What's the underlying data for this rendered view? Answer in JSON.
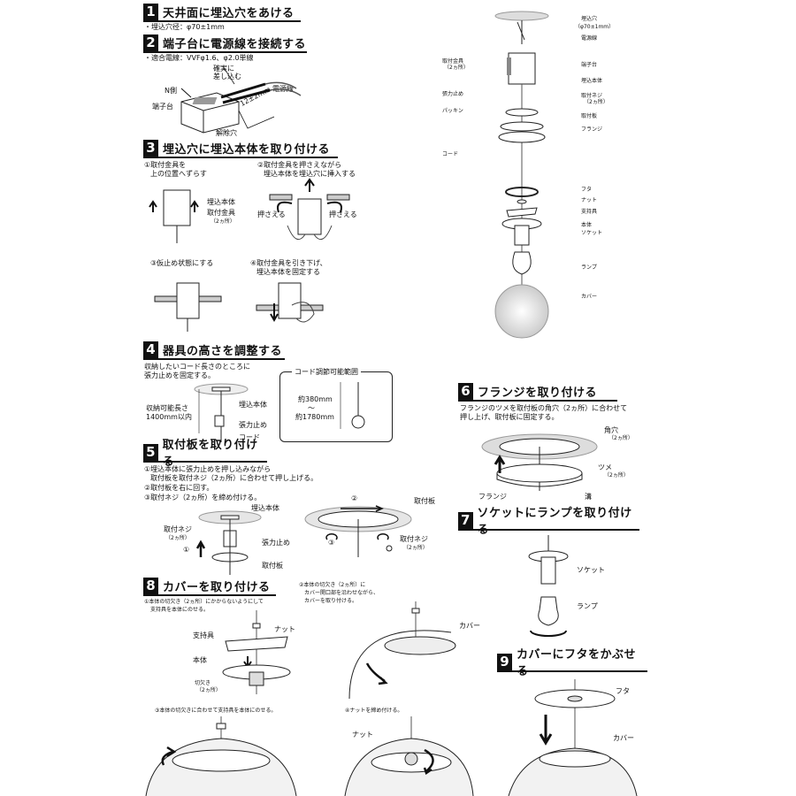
{
  "s1": {
    "num": "1",
    "title": "天井面に埋込穴をあける",
    "note": "・埋込穴径：φ70±1mm"
  },
  "s2": {
    "num": "2",
    "title": "端子台に電源線を接続する",
    "note": "・適合電線：VVFφ1.6、φ2.0単線",
    "label_insert": "確実に",
    "label_insert2": "差し込む",
    "label_n": "N側",
    "label_wire": "電源線",
    "label_terminal": "端子台",
    "label_release": "解除穴",
    "label_len": "12±2mm"
  },
  "s3": {
    "num": "3",
    "title": "埋込穴に埋込本体を取り付ける",
    "step1a": "①取付金具を",
    "step1b": "上の位置へずらす",
    "step2a": "②取付金具を押さえながら",
    "step2b": "埋込本体を埋込穴に挿入する",
    "label_body": "埋込本体",
    "label_bracket": "取付金具",
    "label_bracket_n": "（2ヵ所）",
    "label_press": "押さえる",
    "step3": "③仮止め状態にする",
    "step4a": "④取付金具を引き下げ、",
    "step4b": "埋込本体を固定する"
  },
  "s4": {
    "num": "4",
    "title": "器具の高さを調整する",
    "desc1": "収納したいコード長さのところに",
    "desc2": "張力止めを固定する。",
    "label_store1": "収納可能長さ",
    "label_store2": "1400mm以内",
    "label_body": "埋込本体",
    "label_stopper": "張力止め",
    "label_cord": "コード",
    "range_title": "コード調節可能範囲",
    "range_min": "約380mm",
    "range_tilde": "～",
    "range_max": "約1780mm"
  },
  "s5": {
    "num": "5",
    "title": "取付板を取り付ける",
    "desc1": "①埋込本体に張力止めを押し込みながら",
    "desc2": "取付板を取付ネジ（2ヵ所）に合わせて押し上げる。",
    "desc3": "②取付板を右に回す。",
    "desc4": "③取付ネジ（2ヵ所）を締め付ける。",
    "label_body": "埋込本体",
    "label_screw": "取付ネジ",
    "label_screw_n": "（2ヵ所）",
    "label_stopper": "張力止め",
    "label_plate": "取付板",
    "mark1": "①",
    "mark2": "②",
    "mark3": "③",
    "label_plate2": "取付板",
    "label_screw2": "取付ネジ",
    "label_screw2_n": "（2ヵ所）"
  },
  "s6": {
    "num": "6",
    "title": "フランジを取り付ける",
    "desc1": "フランジのツメを取付板の角穴（2ヵ所）に合わせて",
    "desc2": "押し上げ、取付板に固定する。",
    "label_hole": "角穴",
    "label_hole_n": "（2ヵ所）",
    "label_tab": "ツメ",
    "label_tab_n": "（2ヵ所）",
    "label_flange": "フランジ",
    "label_groove": "溝"
  },
  "s7": {
    "num": "7",
    "title": "ソケットにランプを取り付ける",
    "label_socket": "ソケット",
    "label_lamp": "ランプ"
  },
  "s8": {
    "num": "8",
    "title": "カバーを取り付ける",
    "desc1a": "①本体の切欠き（2ヵ所）にかからないようにして",
    "desc1b": "支持具を本体にのせる。",
    "desc2a": "②本体の切欠き（2ヵ所）に",
    "desc2b": "カバー開口部を沿わせながら、",
    "desc2c": "カバーを取り付ける。",
    "label_support": "支持具",
    "label_nut": "ナット",
    "label_body": "本体",
    "label_notch": "切欠き",
    "label_notch_n": "（2ヵ所）",
    "label_cover": "カバー",
    "desc3": "③本体の切欠きに合わせて支持具を本体にのせる。",
    "desc4": "④ナットを締め付ける。",
    "label_nut2": "ナット"
  },
  "s9": {
    "num": "9",
    "title": "カバーにフタをかぶせる",
    "label_lid": "フタ",
    "label_cover": "カバー"
  },
  "parts": {
    "hole": "埋込穴",
    "hole_size": "（φ70±1mm）",
    "wire": "電源線",
    "bracket": "取付金具",
    "bracket_n": "（2ヵ所）",
    "terminal": "端子台",
    "body": "埋込本体",
    "screw": "取付ネジ",
    "screw_n": "（2ヵ所）",
    "stopper": "張力止め",
    "packing": "パッキン",
    "plate": "取付板",
    "flange": "フランジ",
    "cord": "コード",
    "lid": "フタ",
    "nut": "ナット",
    "support": "支持具",
    "main": "本体",
    "socket": "ソケット",
    "lamp": "ランプ",
    "cover": "カバー"
  }
}
